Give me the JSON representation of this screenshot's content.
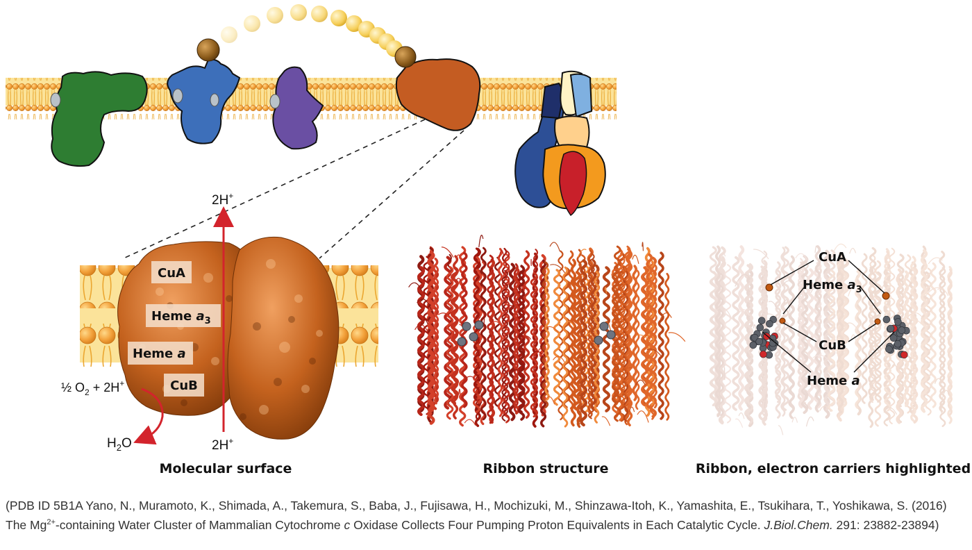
{
  "diagram": {
    "proton_top": "2H",
    "proton_bottom": "2H",
    "proton_sup": "+",
    "oxygen_half": "½ O",
    "oxygen_sub": "2",
    "oxygen_plus": " + 2H",
    "water_h": "H",
    "water_sub": "2",
    "water_o": "O",
    "surface_labels": {
      "cua": "CuA",
      "heme_a3_main": "Heme ",
      "heme_a3_italic": "a",
      "heme_a3_sub": "3",
      "heme_a_main": "Heme ",
      "heme_a_italic": "a",
      "cub": "CuB"
    },
    "highlight_labels": {
      "cua": "CuA",
      "heme_a3_main": "Heme ",
      "heme_a3_italic": "a",
      "heme_a3_sub": "3",
      "cub": "CuB",
      "heme_a_main": "Heme ",
      "heme_a_italic": "a"
    },
    "panel_titles": {
      "surface": "Molecular surface",
      "ribbon": "Ribbon structure",
      "highlighted": "Ribbon, electron carriers highlighted"
    },
    "colors": {
      "membrane": "#f6c75a",
      "complex1": "#2e7d32",
      "complex2": "#3d6fba",
      "complex3": "#6a4fa3",
      "complex4": "#c45c22",
      "atp_synthase_orange": "#f39a1e",
      "atp_synthase_red": "#c8202a",
      "proton_arrow": "#d3242c"
    }
  },
  "caption": {
    "part1": "(PDB ID 5B1A Yano, N., Muramoto, K., Shimada, A., Takemura, S., Baba, J., Fujisawa, H., Mochizuki, M., Shinzawa-Itoh, K., Yamashita, E., Tsukihara, T., Yoshikawa, S. (2016) The Mg",
    "sup": "2+",
    "part2": "-containing Water Cluster of Mammalian Cytochrome ",
    "italic_c": "c",
    "part3": " Oxidase Collects Four Pumping Proton Equivalents in Each Catalytic Cycle. ",
    "journal": "J.Biol.Chem.",
    "part4": " 291: 23882-23894)"
  }
}
